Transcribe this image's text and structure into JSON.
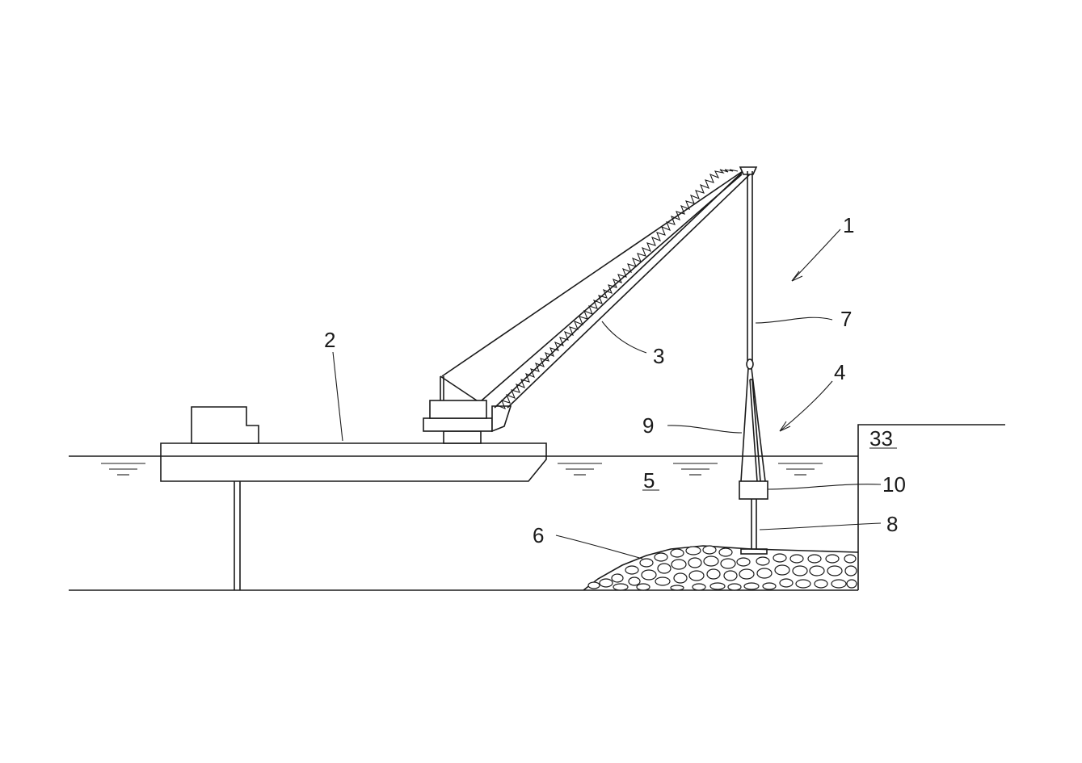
{
  "figure": {
    "labels": {
      "l1": "1",
      "l2": "2",
      "l3": "3",
      "l4": "4",
      "l5": "5",
      "l6": "6",
      "l7": "7",
      "l8": "8",
      "l9": "9",
      "l10": "10",
      "l33": "33"
    }
  }
}
